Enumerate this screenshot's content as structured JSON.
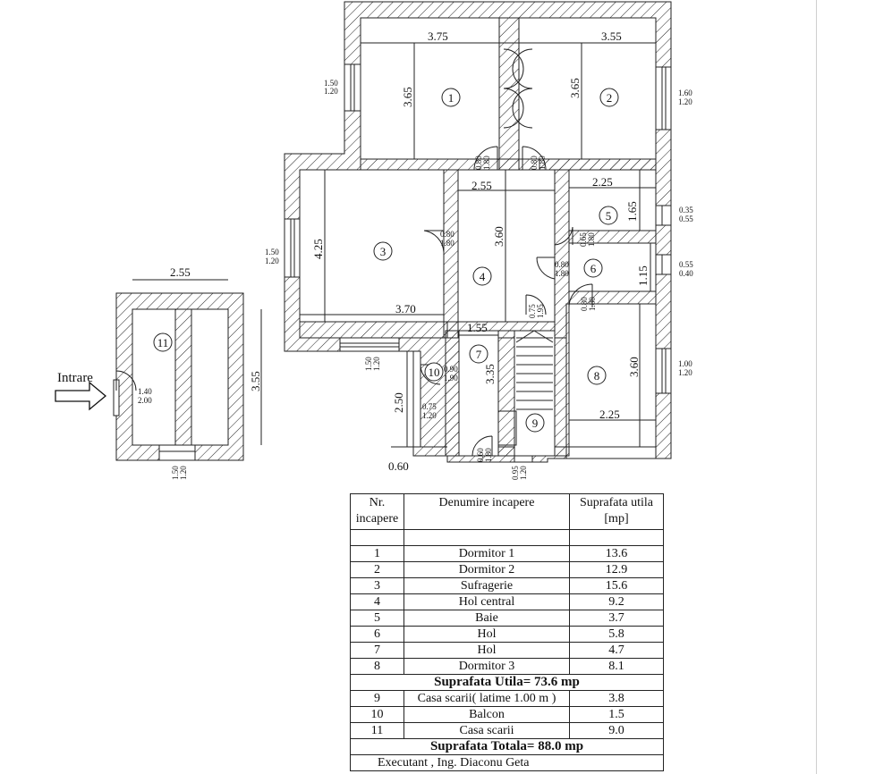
{
  "plan": {
    "title": "",
    "entrance_label": "Intrare",
    "room_numbers": [
      "1",
      "2",
      "3",
      "4",
      "5",
      "6",
      "7",
      "8",
      "9",
      "10",
      "11"
    ],
    "dimensions": {
      "r1_width": "3.75",
      "r2_width": "3.55",
      "r1_height": "3.65",
      "r2_height": "3.65",
      "r3_height": "4.25",
      "r3_width": "3.70",
      "r4_width": "2.55",
      "r4_height": "3.60",
      "r5_width": "2.25",
      "r5_height": "1.65",
      "r6_height": "1.15",
      "r7_width": "1.55",
      "r7_height": "3.35",
      "r8_height": "3.60",
      "r8_width": "2.25",
      "r10_height": "2.50",
      "r10_width": "0.60",
      "r11_width": "2.55",
      "r11_height": "3.55"
    },
    "openings": {
      "w_r1_left": [
        "1.50",
        "1.20"
      ],
      "w_r2_right": [
        "1.60",
        "1.20"
      ],
      "d_r1": [
        "0.80",
        "1.80"
      ],
      "d_r2": [
        "0.80",
        "1.80"
      ],
      "w_r3_left": [
        "1.50",
        "1.20"
      ],
      "d_r3": [
        "0.80",
        "1.80"
      ],
      "w_r3_bottom": [
        "1.50",
        "1.20"
      ],
      "w_r5": [
        "0.35",
        "0.55"
      ],
      "d_r5": [
        "0.65",
        "1.80"
      ],
      "w_r6": [
        "0.55",
        "0.40"
      ],
      "d_r6": [
        "0.80",
        "1.80"
      ],
      "d_r8": [
        "0.80",
        "1.80"
      ],
      "d_r7": [
        "0.75",
        "1.95"
      ],
      "w_r8": [
        "1.00",
        "1.20"
      ],
      "d_r10": [
        "0.90",
        "1.90"
      ],
      "w_r10": [
        "0.75",
        "1.20"
      ],
      "d_stair": [
        "0.60",
        "1.80"
      ],
      "w_stair": [
        "0.95",
        "1.20"
      ],
      "d_r11": [
        "1.40",
        "2.00"
      ],
      "w_r11": [
        "1.50",
        "1.20"
      ]
    }
  },
  "table": {
    "headers": [
      "Nr. incapere",
      "Denumire incapere",
      "Suprafata utila [mp]"
    ],
    "rows": [
      {
        "nr": "1",
        "name": "Dormitor 1",
        "area": "13.6"
      },
      {
        "nr": "2",
        "name": "Dormitor 2",
        "area": "12.9"
      },
      {
        "nr": "3",
        "name": "Sufragerie",
        "area": "15.6"
      },
      {
        "nr": "4",
        "name": "Hol central",
        "area": "9.2"
      },
      {
        "nr": "5",
        "name": "Baie",
        "area": "3.7"
      },
      {
        "nr": "6",
        "name": "Hol",
        "area": "5.8"
      },
      {
        "nr": "7",
        "name": "Hol",
        "area": "4.7"
      },
      {
        "nr": "8",
        "name": "Dormitor 3",
        "area": "8.1"
      }
    ],
    "subtotal": "Suprafata Utila= 73.6 mp",
    "extra_rows": [
      {
        "nr": "9",
        "name": "Casa scarii( latime 1.00 m )",
        "area": "3.8"
      },
      {
        "nr": "10",
        "name": "Balcon",
        "area": "1.5"
      },
      {
        "nr": "11",
        "name": "Casa scarii",
        "area": "9.0"
      }
    ],
    "total": "Suprafata Totala= 88.0 mp",
    "author": "Executant , Ing. Diaconu Geta"
  }
}
